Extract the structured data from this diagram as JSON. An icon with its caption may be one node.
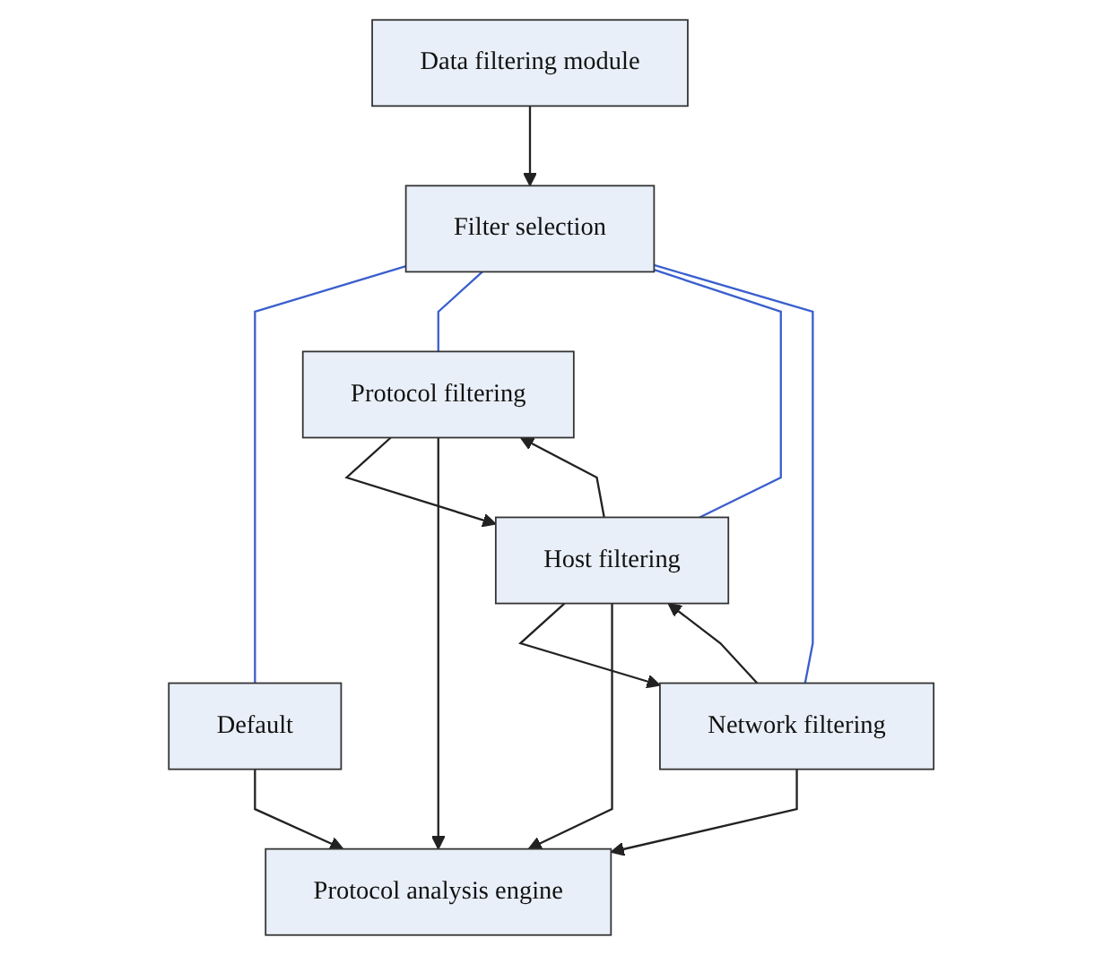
{
  "diagram": {
    "nodes": [
      {
        "text": [
          "Data filtering module"
        ]
      },
      {
        "text": [
          "Filter selection"
        ]
      },
      {
        "text": [
          "Default"
        ]
      },
      {
        "text": [
          "Protocol filtering"
        ]
      },
      {
        "text": [
          "Host filtering"
        ]
      },
      {
        "text": [
          "Network filtering"
        ]
      },
      {
        "text": [
          "Protocol analysis engine"
        ]
      }
    ],
    "edges": [
      {
        "from": 0,
        "to": 1,
        "arrow": "to"
      },
      {
        "from": 1,
        "to": 2,
        "arrow": "none",
        "color": "#3a5fcd"
      },
      {
        "from": 1,
        "to": 3,
        "arrow": "none",
        "color": "#3a5fcd"
      },
      {
        "from": 1,
        "to": 4,
        "arrow": "none",
        "color": "#3a5fcd"
      },
      {
        "from": 1,
        "to": 5,
        "arrow": "none",
        "color": "#3a5fcd"
      },
      {
        "from": 4,
        "to": 3,
        "arrow": "to"
      },
      {
        "from": 3,
        "to": 4,
        "arrow": "to"
      },
      {
        "from": 5,
        "to": 4,
        "arrow": "to"
      },
      {
        "from": 4,
        "to": 5,
        "arrow": "to"
      },
      {
        "from": 2,
        "to": 6,
        "arrow": "to"
      },
      {
        "from": 3,
        "to": 6,
        "arrow": "to"
      },
      {
        "from": 4,
        "to": 6,
        "arrow": "to"
      },
      {
        "from": 5,
        "to": 6,
        "arrow": "to"
      }
    ]
  }
}
